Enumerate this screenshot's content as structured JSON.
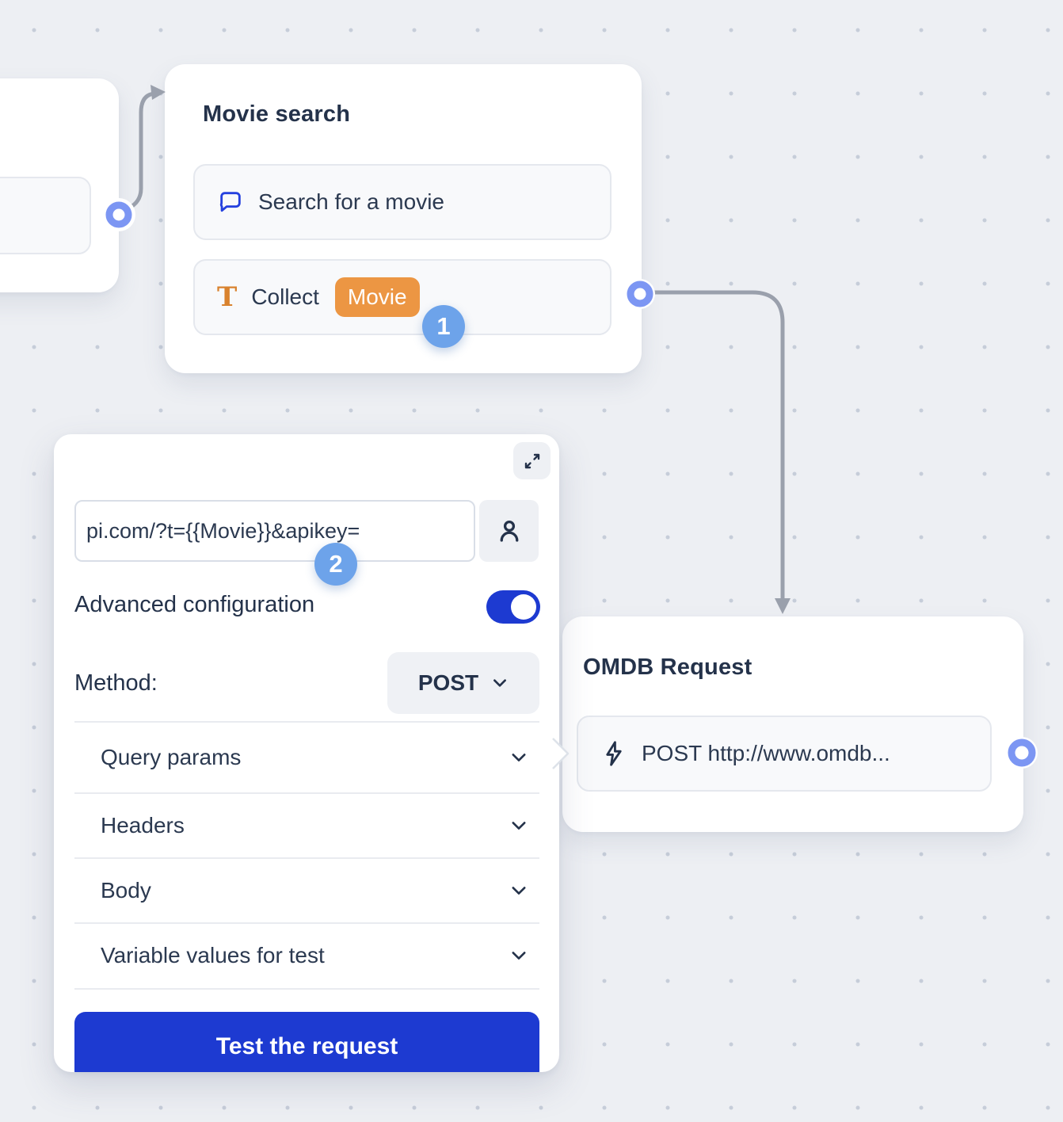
{
  "colors": {
    "canvas_bg": "#edeff3",
    "grid_dot": "#c6cdd9",
    "card_bg": "#ffffff",
    "block_bg": "#f8f9fb",
    "block_border": "#e5e8ee",
    "text_dark": "#24324a",
    "accent_blue": "#1d3ad1",
    "icon_blue": "#2440de",
    "orange_icon": "#d9822e",
    "orange_tag": "#ec9643",
    "badge_blue": "#6da3ea",
    "connector_ring": "#7c96f3",
    "wire_gray": "#9aa0ac"
  },
  "nodes": {
    "movie_search": {
      "title": "Movie search",
      "blocks": [
        {
          "icon": "chat-bubble-icon",
          "label": "Search for a movie"
        },
        {
          "icon": "text-input-icon",
          "label": "Collect",
          "variable_tag": "Movie"
        }
      ]
    },
    "omdb_request": {
      "title": "OMDB Request",
      "block": {
        "icon": "lightning-icon",
        "label": "POST http://www.omdb..."
      }
    }
  },
  "annotations": {
    "step1": "1",
    "step2": "2"
  },
  "panel": {
    "expand_icon": "expand-diagonal-icon",
    "url_input": {
      "value": "pi.com/?t={{Movie}}&apikey="
    },
    "person_icon": "user-icon",
    "advanced_configuration_label": "Advanced configuration",
    "advanced_enabled": true,
    "method_label": "Method:",
    "method_value": "POST",
    "sections": [
      {
        "label": "Query params"
      },
      {
        "label": "Headers"
      },
      {
        "label": "Body"
      },
      {
        "label": "Variable values for test"
      }
    ],
    "test_button_label": "Test the request"
  }
}
